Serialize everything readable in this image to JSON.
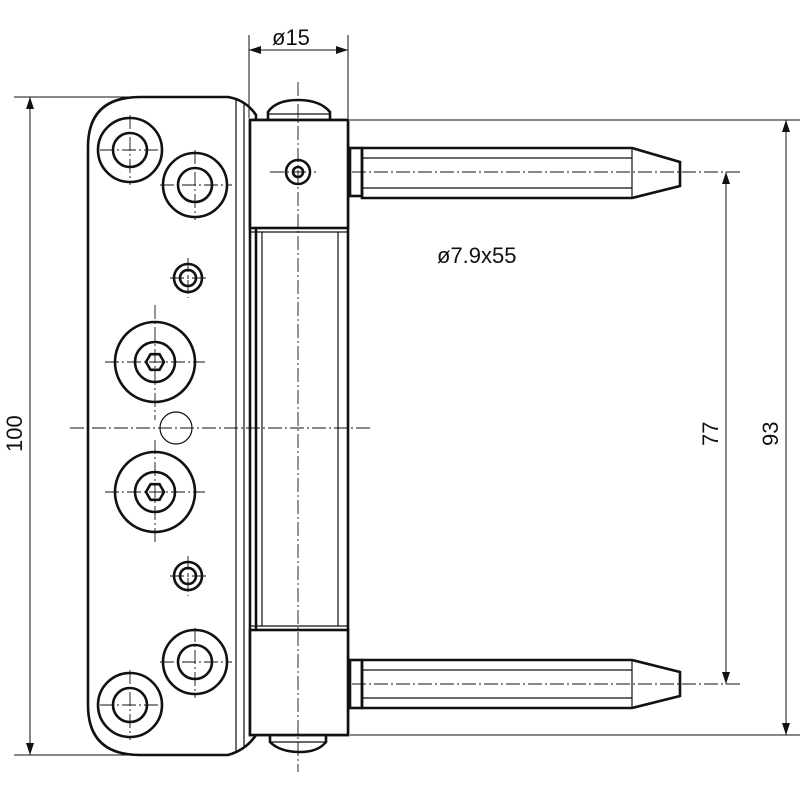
{
  "drawing": {
    "dimensions": {
      "pin_diameter": "ø15",
      "bolt_spec": "ø7.9x55",
      "overall_height": "100",
      "bolt_spacing": "77",
      "barrel_height": "93"
    }
  }
}
